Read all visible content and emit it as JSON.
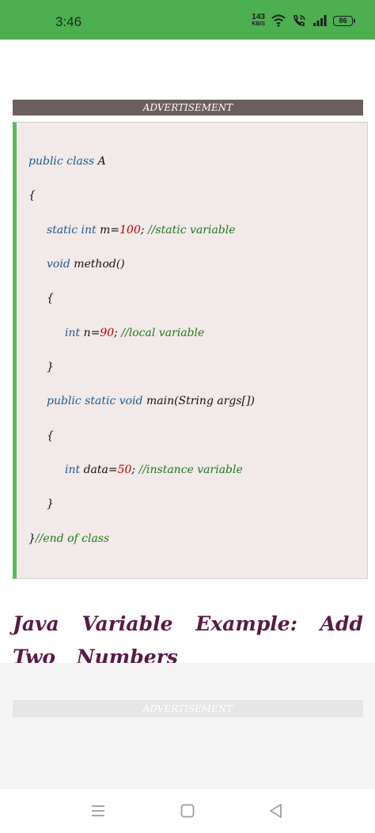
{
  "status_bar": {
    "time": "3:46",
    "net_speed_value": "143",
    "net_speed_unit": "KB/S",
    "battery": "86",
    "icons": [
      "wifi-icon",
      "wifi-calling-icon",
      "signal-icon",
      "battery-icon"
    ]
  },
  "ad_top": {
    "label": "ADVERTISEMENT"
  },
  "code": {
    "line1": {
      "kw": "public class ",
      "rest": "A"
    },
    "line2": {
      "text": "{"
    },
    "line3": {
      "kw": "static int ",
      "name": "m=",
      "num": "100",
      "sep": "; ",
      "comment": "//static variable"
    },
    "line4": {
      "kw": "void ",
      "rest": "method()"
    },
    "line5": {
      "text": "{"
    },
    "line6": {
      "kw": "int ",
      "name": "n=",
      "num": "90",
      "sep": "; ",
      "comment": "//local variable"
    },
    "line7": {
      "text": "}"
    },
    "line8": {
      "kw": "public static void ",
      "rest": "main(String args[])"
    },
    "line9": {
      "text": "{"
    },
    "line10": {
      "kw": "int ",
      "name": "data=",
      "num": "50",
      "sep": "; ",
      "comment": "//instance variable"
    },
    "line11": {
      "text": "}"
    },
    "line12": {
      "text": "}",
      "comment": "//end of class"
    }
  },
  "heading": {
    "text": "Java Variable Example: Add Two Numbers"
  },
  "ad_bottom": {
    "label": "ADVERTISEMENT"
  },
  "colors": {
    "status_bar": "#4caf50",
    "code_background": "#f2e9e9",
    "code_accent": "#5cb85c",
    "keyword": "#1f5a8c",
    "number": "#c00000",
    "comment": "#1e7a1e",
    "heading": "#5a1a45"
  },
  "nav_bar": {
    "icons": [
      "menu-icon",
      "home-icon",
      "back-icon"
    ]
  }
}
